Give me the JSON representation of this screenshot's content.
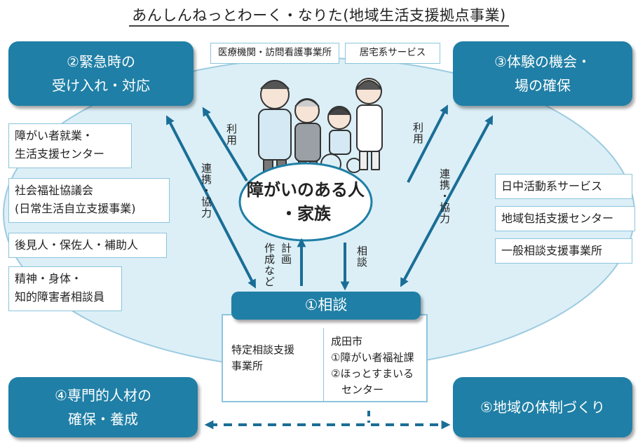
{
  "title": "あんしんねっとわーく・なりた(地域生活支援拠点事業)",
  "corner_boxes": {
    "emergency": "②緊急時の\n受け入れ・対応",
    "experience": "③体験の機会・\n場の確保",
    "personnel": "④専門的人材の\n確保・養成",
    "community": "⑤地域の体制づくり"
  },
  "top_services": [
    "医療機関・訪問看護事業所",
    "居宅系サービス"
  ],
  "left_services": [
    "障がい者就業・\n生活支援センター",
    "社会福祉協議会\n(日常生活自立支援事業)",
    "後見人・保佐人・補助人",
    "精神・身体・\n知的障害者相談員"
  ],
  "right_services": [
    "日中活動系サービス",
    "地域包括支援センター",
    "一般相談支援事業所"
  ],
  "center": "障がいのある人\n・家族",
  "arrow_labels": {
    "use_left": "利用",
    "coop_left": "連携・協力",
    "use_right": "利用",
    "coop_right": "連携・協力",
    "plan_line1": "計画",
    "plan_line2": "作成など",
    "consult_small": "相談"
  },
  "consult": {
    "title": "①相談",
    "left_text": "特定相談支援\n事業所",
    "right_text": "成田市\n①障がい者福祉課\n②ほっとすまいる\n　センター"
  },
  "colors": {
    "accent": "#1f7fa6",
    "ellipse_fill": "#dceff7",
    "border": "#8cc5dc",
    "arrow": "#1a6e96"
  }
}
